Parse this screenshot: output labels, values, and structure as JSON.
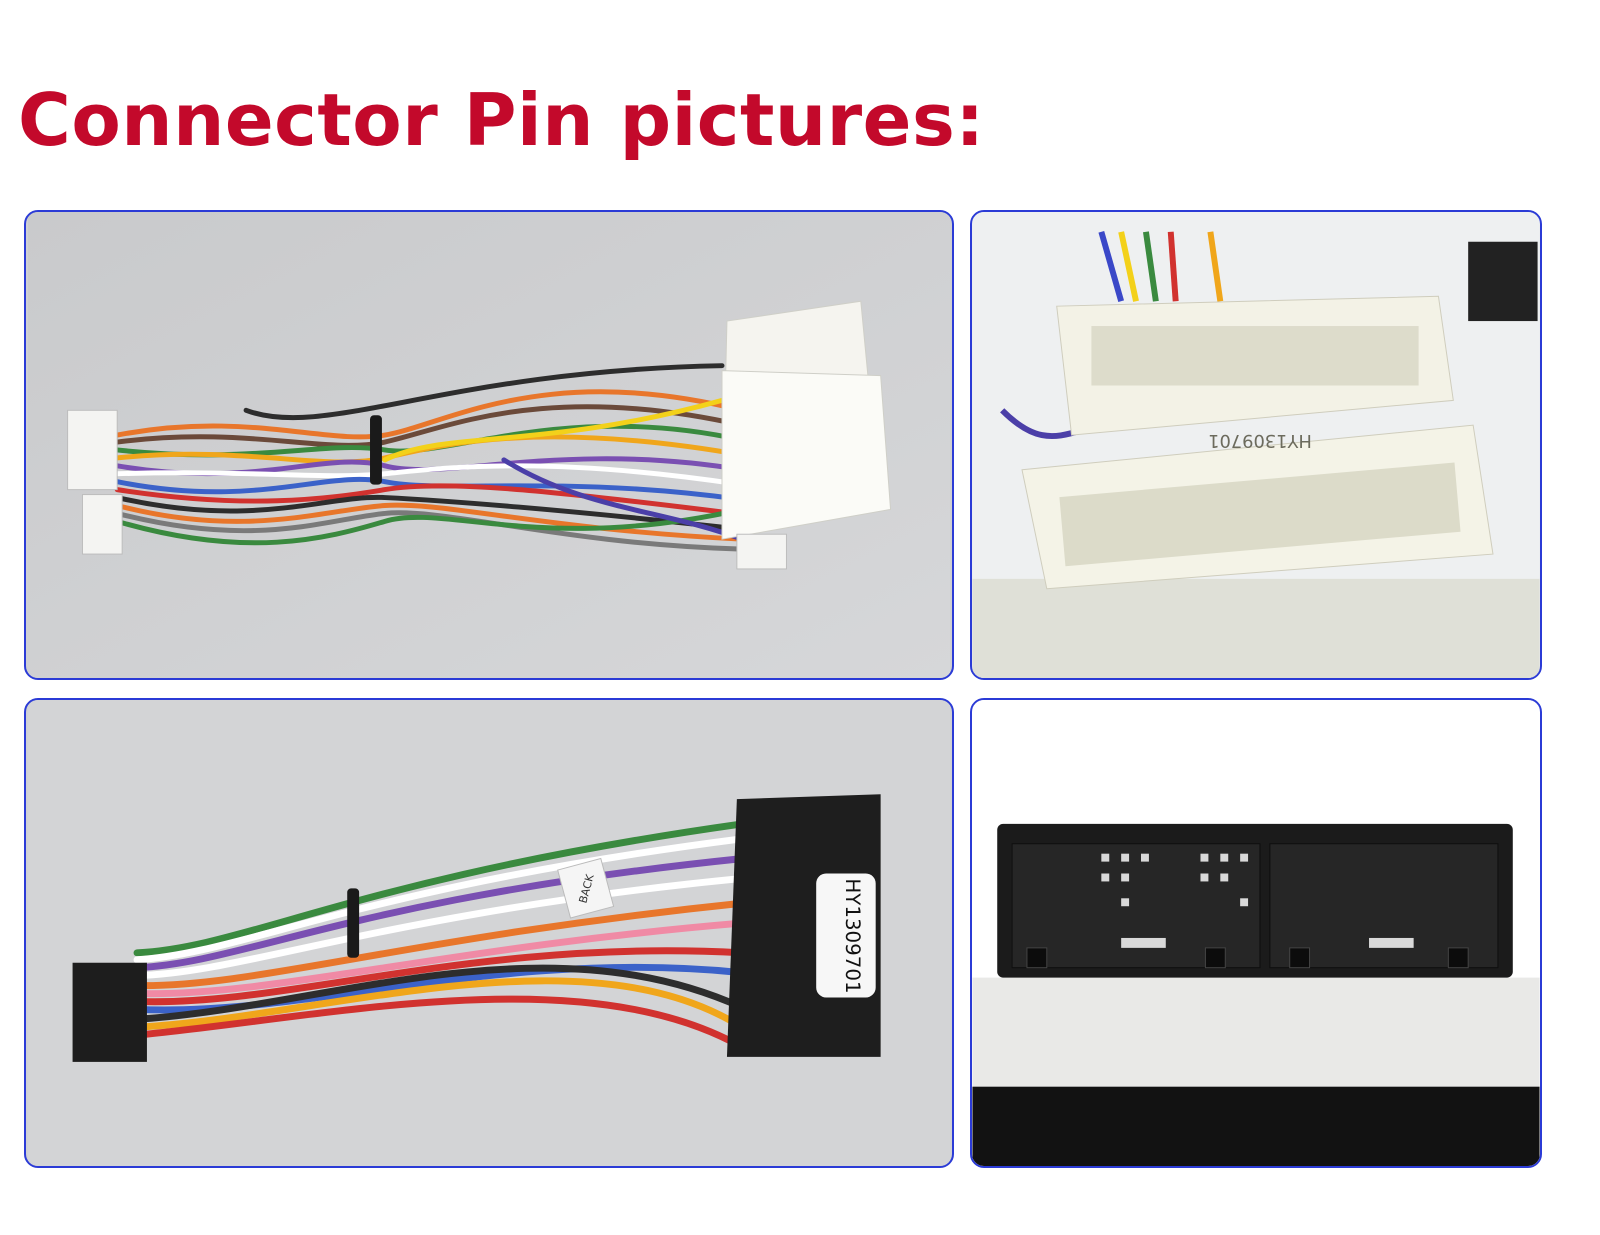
{
  "page": {
    "title": "Connector Pin pictures:",
    "title_color": "#c3092b",
    "frame_color": "#2b3bd6"
  },
  "photos": [
    {
      "name": "white-harness-photo"
    },
    {
      "name": "white-connectors-closeup-photo",
      "label": "HY1309701"
    },
    {
      "name": "black-harness-photo",
      "label": "HY1309701",
      "tag": "BACK"
    },
    {
      "name": "black-connector-face-photo"
    }
  ]
}
